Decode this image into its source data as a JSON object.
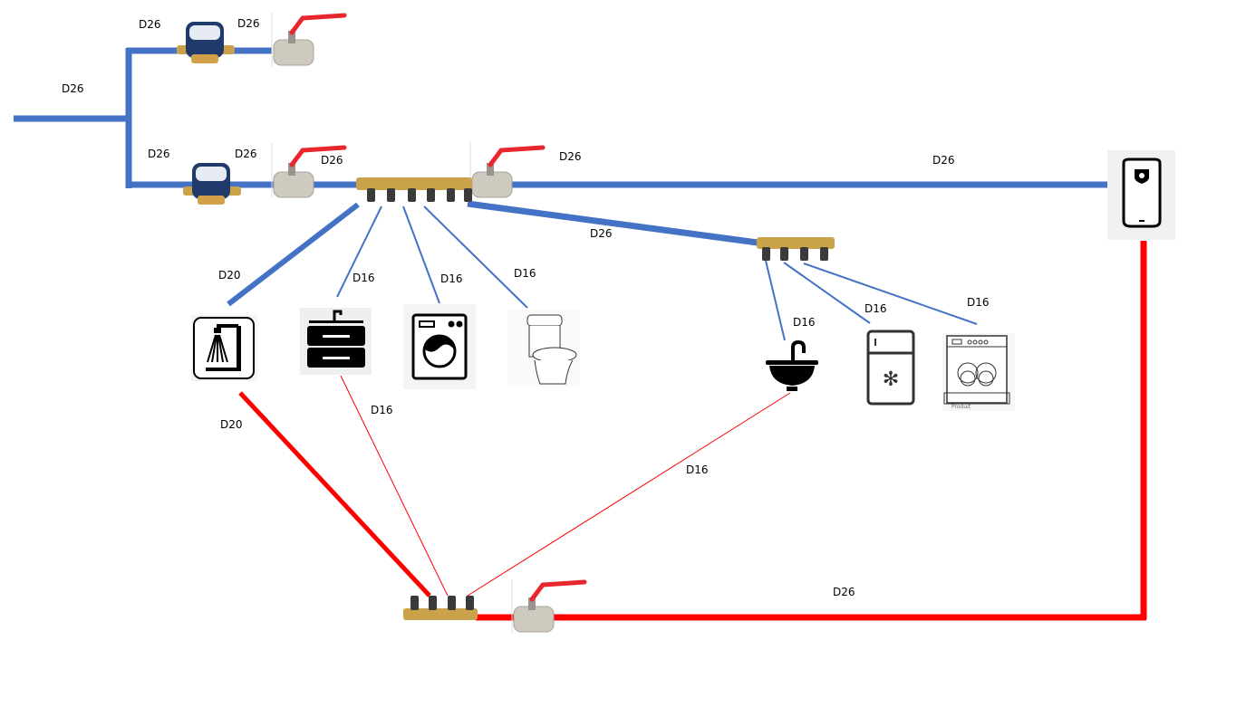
{
  "colors": {
    "cold": "#4472c4",
    "hot": "#ff0000",
    "brass": "#c9a24a",
    "valve_handle": "#e8262d",
    "valve_body": "#cfcac0",
    "meter_body": "#1f3a6b"
  },
  "labels": {
    "main_in": "D26",
    "meter1_in": "D26",
    "meter1_out": "D26",
    "meter2_in": "D26",
    "meter2_out": "D26",
    "valve2_out": "D26",
    "manifold_out": "D26",
    "heater_feed": "D26",
    "secondary_feed": "D26",
    "shower_cold": "D20",
    "vanity_cold": "D16",
    "washer_cold": "D16",
    "toilet_cold": "D16",
    "sink_cold": "D16",
    "fridge_cold": "D16",
    "dishwasher_cold": "D16",
    "shower_hot": "D20",
    "vanity_hot": "D16",
    "sink_hot": "D16",
    "hot_return": "D26"
  },
  "fixtures": {
    "shower": "shower",
    "vanity": "bathroom vanity",
    "washer": "washing machine",
    "toilet": "toilet",
    "sink": "kitchen sink",
    "fridge": "refrigerator",
    "dishwasher": "dishwasher",
    "heater": "water heater",
    "dishwasher_caption": "Produit"
  }
}
